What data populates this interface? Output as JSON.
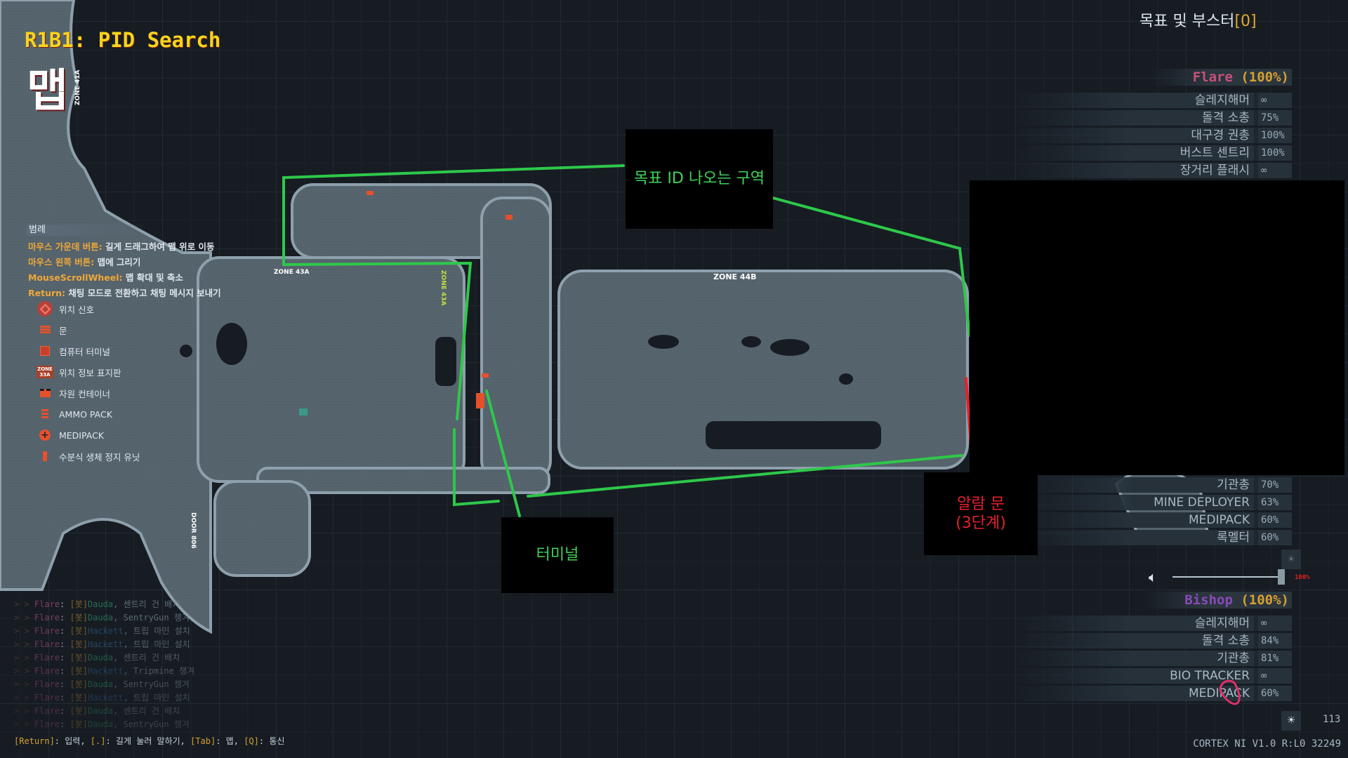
{
  "header": {
    "title": "R1B1: PID Search",
    "map_label": "맵"
  },
  "legend": {
    "heading": "범례",
    "controls": [
      {
        "key": "마우스 가운데 버튼:",
        "desc": "길게 드래그하여 맵 위로 이동"
      },
      {
        "key": "마우스 왼쪽 버튼:",
        "desc": "맵에 그리기"
      },
      {
        "key": "MouseScrollWheel:",
        "desc": "맵 확대 및 축소"
      },
      {
        "key": "Return:",
        "desc": "채팅 모드로 전환하고 채팅 메시지 보내기"
      }
    ],
    "items": [
      {
        "icon": "location-ping-icon",
        "label": "위치 신호"
      },
      {
        "icon": "door-icon",
        "label": "문"
      },
      {
        "icon": "computer-terminal-icon",
        "label": "컴퓨터 터미널"
      },
      {
        "icon": "location-sign-icon",
        "label": "위치 정보 표지판",
        "icon_text": "ZONE 33A"
      },
      {
        "icon": "resource-container-icon",
        "label": "자원 컨테이너"
      },
      {
        "icon": "ammo-pack-icon",
        "label": "AMMO PACK"
      },
      {
        "icon": "medipack-icon",
        "label": "MEDIPACK"
      },
      {
        "icon": "hydro-stasis-unit-icon",
        "label": "수분식 생체 정지 유닛"
      }
    ]
  },
  "chat": {
    "prompt": "> >",
    "messages": [
      {
        "sender": "Flare",
        "tag": "[봇]",
        "bot": "Dauda",
        "text": ", 센트리 건 배치"
      },
      {
        "sender": "Flare",
        "tag": "[봇]",
        "bot": "Dauda",
        "text": ", SentryGun 챙겨"
      },
      {
        "sender": "Flare",
        "tag": "[봇]",
        "bot": "Hackett",
        "text": ", 트립 마인 설치"
      },
      {
        "sender": "Flare",
        "tag": "[봇]",
        "bot": "Hackett",
        "text": ", 트립 마인 설치"
      },
      {
        "sender": "Flare",
        "tag": "[봇]",
        "bot": "Dauda",
        "text": ", 센트리 건 배치"
      },
      {
        "sender": "Flare",
        "tag": "[봇]",
        "bot": "Hackett",
        "text": ", Tripmine 챙겨"
      },
      {
        "sender": "Flare",
        "tag": "[봇]",
        "bot": "Dauda",
        "text": ", SentryGun 챙겨"
      },
      {
        "sender": "Flare",
        "tag": "[봇]",
        "bot": "Hackett",
        "text": ", 트립 마인 설치"
      },
      {
        "sender": "Flare",
        "tag": "[봇]",
        "bot": "Dauda",
        "text": ", 센트리 건 배치"
      },
      {
        "sender": "Flare",
        "tag": "[봇]",
        "bot": "Dauda",
        "text": ", SentryGun 챙겨"
      }
    ],
    "help": [
      {
        "key": "[Return]",
        "desc": ": 입력, "
      },
      {
        "key": "[.]",
        "desc": ": 길게 눌러 말하기, "
      },
      {
        "key": "[Tab]",
        "desc": ": 맵, "
      },
      {
        "key": "[Q]",
        "desc": ": 통신"
      }
    ]
  },
  "objectives": {
    "title": "목표 및 부스터",
    "count": "[0]"
  },
  "players": [
    {
      "name": "Flare",
      "health": "(100%)",
      "color": "#c8507a",
      "items": [
        {
          "label": "슬레지해머",
          "value": "∞"
        },
        {
          "label": "돌격 소총",
          "value": "75%"
        },
        {
          "label": "대구경 권총",
          "value": "100%"
        },
        {
          "label": "버스트 센트리",
          "value": "100%"
        },
        {
          "label": "장거리 플래시",
          "value": "∞"
        },
        {
          "label": "기관총",
          "value": "70%"
        },
        {
          "label": "MINE DEPLOYER",
          "value": "63%"
        },
        {
          "label": "MEDIPACK",
          "value": "60%"
        },
        {
          "label": "록멜터",
          "value": "60%"
        }
      ]
    },
    {
      "name": "Bishop",
      "health": "(100%)",
      "color": "#8a4ab8",
      "items": [
        {
          "label": "슬레지해머",
          "value": "∞"
        },
        {
          "label": "돌격 소총",
          "value": "84%"
        },
        {
          "label": "기관총",
          "value": "81%"
        },
        {
          "label": "BIO TRACKER",
          "value": "∞"
        },
        {
          "label": "MEDIPACK",
          "value": "60%"
        }
      ]
    }
  ],
  "volume": {
    "level": 100,
    "label": "100%"
  },
  "footer": {
    "counter": "113",
    "version": "CORTEX NI V1.0 R:L0 32249"
  },
  "annotations": {
    "target_zone": "목표 ID 나오는 구역",
    "terminal": "터미널",
    "alarm_door": "알람 문\n(3단계)"
  },
  "map_labels": {
    "zone41": "ZONE 41A",
    "zone43a": "ZONE 43A",
    "zone44b": "ZONE 44B",
    "zone43": "ZONE 43A",
    "door": "DOOR 806"
  },
  "colors": {
    "accent": "#f4d51c",
    "annotation_green": "#2ec84a",
    "annotation_red": "#e8202a"
  }
}
